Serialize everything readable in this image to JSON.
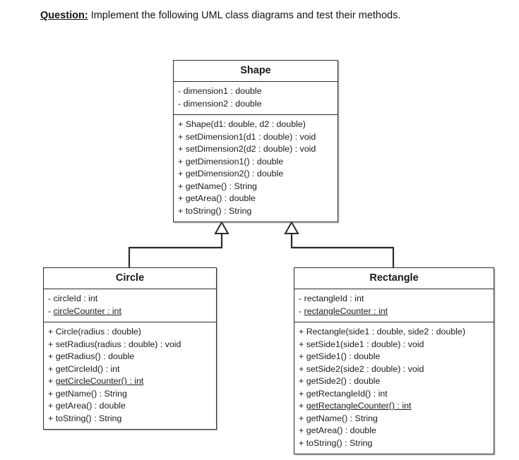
{
  "question": {
    "label": "Question:",
    "text": " Implement the following UML class diagrams and test their methods."
  },
  "diagram": {
    "type": "uml-class-diagram",
    "relationship": "generalization",
    "line_color": "#2b2b2b",
    "background": "#ffffff",
    "classes": [
      {
        "name": "Shape",
        "role": "superclass",
        "attributes": [
          {
            "visibility": "-",
            "text": "dimension1 : double",
            "static": false
          },
          {
            "visibility": "-",
            "text": "dimension2 : double",
            "static": false
          }
        ],
        "methods": [
          {
            "visibility": "+",
            "text": "Shape(d1: double, d2 : double)",
            "static": false
          },
          {
            "visibility": "+",
            "text": "setDimension1(d1 : double) : void",
            "static": false
          },
          {
            "visibility": "+",
            "text": "setDimension2(d2 : double) : void",
            "static": false
          },
          {
            "visibility": "+",
            "text": "getDimension1() : double",
            "static": false
          },
          {
            "visibility": "+",
            "text": "getDimension2() : double",
            "static": false
          },
          {
            "visibility": "+",
            "text": "getName() : String",
            "static": false
          },
          {
            "visibility": "+",
            "text": "getArea() : double",
            "static": false
          },
          {
            "visibility": "+",
            "text": "toString() : String",
            "static": false
          }
        ]
      },
      {
        "name": "Circle",
        "role": "subclass",
        "extends": "Shape",
        "attributes": [
          {
            "visibility": "-",
            "text": "circleId : int",
            "static": false
          },
          {
            "visibility": "-",
            "text": "circleCounter : int",
            "static": true
          }
        ],
        "methods": [
          {
            "visibility": "+",
            "text": "Circle(radius : double)",
            "static": false
          },
          {
            "visibility": "+",
            "text": "setRadius(radius : double) : void",
            "static": false
          },
          {
            "visibility": "+",
            "text": "getRadius() : double",
            "static": false
          },
          {
            "visibility": "+",
            "text": "getCircleId() : int",
            "static": false
          },
          {
            "visibility": "+",
            "text": "getCircleCounter() : int",
            "static": true
          },
          {
            "visibility": "+",
            "text": "getName() : String",
            "static": false
          },
          {
            "visibility": "+",
            "text": "getArea() : double",
            "static": false
          },
          {
            "visibility": "+",
            "text": "toString() : String",
            "static": false
          }
        ]
      },
      {
        "name": "Rectangle",
        "role": "subclass",
        "extends": "Shape",
        "attributes": [
          {
            "visibility": "-",
            "text": "rectangleId : int",
            "static": false
          },
          {
            "visibility": "-",
            "text": "rectangleCounter : int",
            "static": true
          }
        ],
        "methods": [
          {
            "visibility": "+",
            "text": "Rectangle(side1 : double, side2 : double)",
            "static": false
          },
          {
            "visibility": "+",
            "text": "setSide1(side1 : double) : void",
            "static": false
          },
          {
            "visibility": "+",
            "text": "getSide1() : double",
            "static": false
          },
          {
            "visibility": "+",
            "text": "setSide2(side2 : double) : void",
            "static": false
          },
          {
            "visibility": "+",
            "text": "getSide2() : double",
            "static": false
          },
          {
            "visibility": "+",
            "text": "getRectangleId() : int",
            "static": false
          },
          {
            "visibility": "+",
            "text": "getRectangleCounter() : int",
            "static": true
          },
          {
            "visibility": "+",
            "text": "getName() : String",
            "static": false
          },
          {
            "visibility": "+",
            "text": "getArea() : double",
            "static": false
          },
          {
            "visibility": "+",
            "text": "toString() : String",
            "static": false
          }
        ]
      }
    ]
  }
}
